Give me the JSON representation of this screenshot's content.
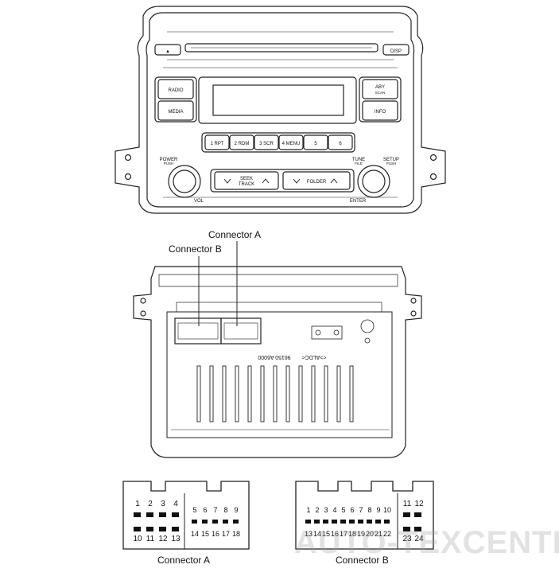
{
  "front_panel": {
    "eject_button": "▲",
    "disp_button": "DISP",
    "radio_button": "RADIO",
    "media_button": "MEDIA",
    "aby_button": "ABY",
    "aby_sub": "SCAN",
    "info_button": "INFO",
    "presets": [
      "1 RPT",
      "2 RDM",
      "3 SCR",
      "4 MENU",
      "5",
      "6"
    ],
    "power_label": "POWER",
    "power_sub": "PUSH",
    "vol_label": "VOL",
    "seek_label": "SEEK",
    "track_label": "TRACK",
    "folder_label": "FOLDER",
    "tune_label": "TUNE",
    "file_label": "FILE",
    "setup_label": "SETUP",
    "setup_sub": "PUSH",
    "enter_label": "ENTER"
  },
  "rear_panel": {
    "connector_a_callout": "Connector A",
    "connector_b_callout": "Connector B",
    "part_number": "96150 A6000",
    "part_marking": "<>ALDC<"
  },
  "connector_a": {
    "caption": "Connector A",
    "top_row": [
      "1",
      "2",
      "3",
      "4"
    ],
    "top_row_right": [
      "5",
      "6",
      "7",
      "8",
      "9"
    ],
    "bottom_row_right": [
      "14",
      "15",
      "16",
      "17",
      "18"
    ],
    "bottom_row": [
      "10",
      "11",
      "12",
      "13"
    ]
  },
  "connector_b": {
    "caption": "Connector B",
    "top_row": [
      "1",
      "2",
      "3",
      "4",
      "5",
      "6",
      "7",
      "8",
      "9",
      "10"
    ],
    "top_row_right": [
      "11",
      "12"
    ],
    "bottom_row": [
      "13",
      "14",
      "15",
      "16",
      "17",
      "18",
      "19",
      "20",
      "21",
      "22"
    ],
    "bottom_row_right": [
      "23",
      "24"
    ]
  },
  "watermark": "AUTO-TEXCENTER.RU"
}
